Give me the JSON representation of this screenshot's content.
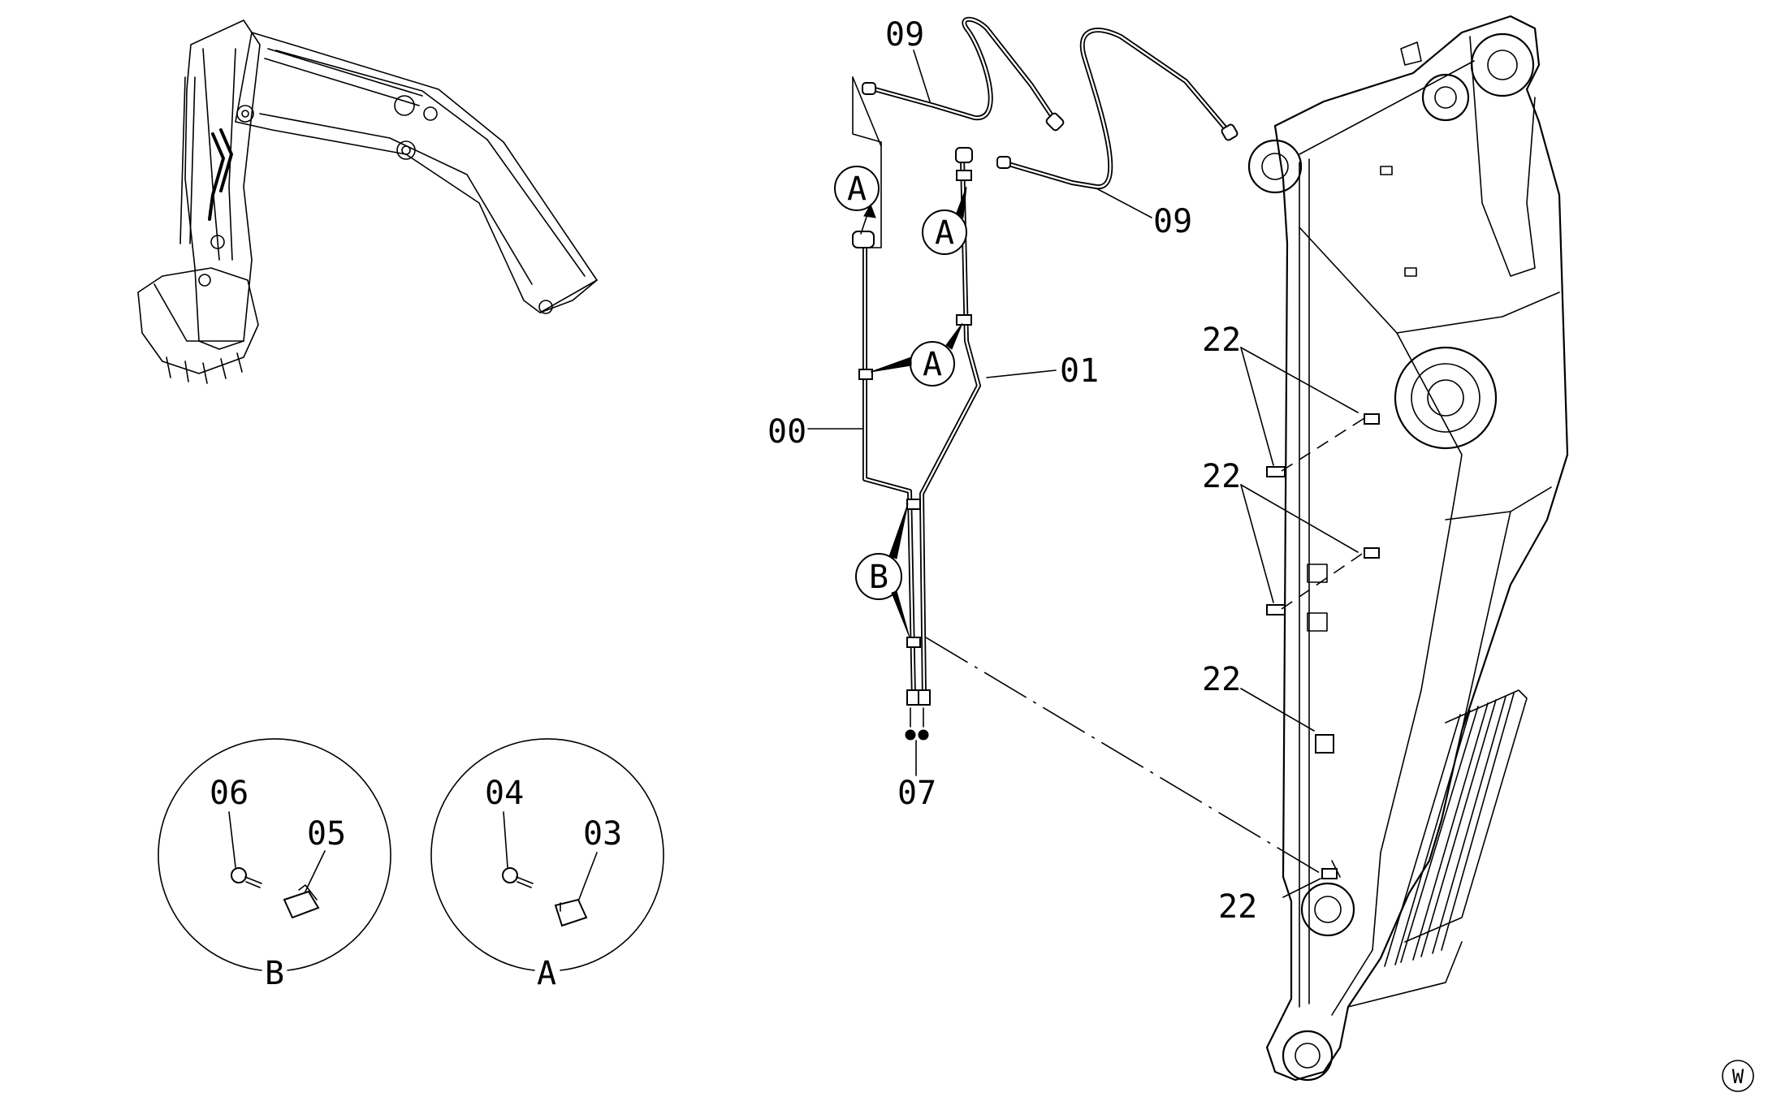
{
  "labels": {
    "l09a": "09",
    "l09b": "09",
    "l01": "01",
    "l00": "00",
    "l07": "07",
    "l22a": "22",
    "l22b": "22",
    "l22c": "22",
    "l22d": "22",
    "l06": "06",
    "l05": "05",
    "l04": "04",
    "l03": "03"
  },
  "callouts": {
    "a1": "A",
    "a2": "A",
    "a3": "A",
    "b1": "B"
  },
  "details": {
    "b_caption": "B",
    "a_caption": "A"
  },
  "mark": "W"
}
